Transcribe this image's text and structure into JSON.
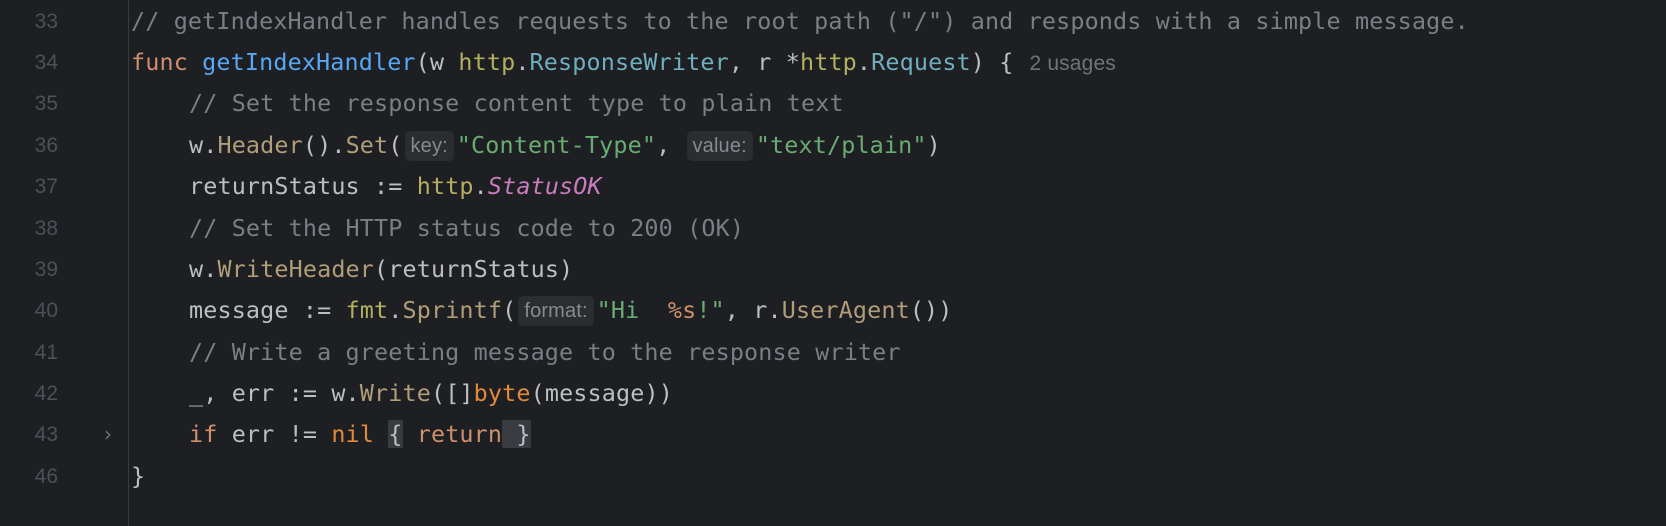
{
  "editor": {
    "language": "Go",
    "colors": {
      "background": "#1e1f22",
      "line_number": "#4b5059",
      "comment": "#7a7e85",
      "keyword": "#cf8e6d",
      "function_decl": "#56a8f5",
      "package": "#b3ae60",
      "type": "#6fafbd",
      "method_call": "#b09d79",
      "string": "#6aab73",
      "constant": "#c77dbb",
      "inlay_hint_bg": "#2b2d30"
    },
    "lines": [
      {
        "number": "33",
        "text": "// getIndexHandler handles requests to the root path (\"/\") and responds with a simple message."
      },
      {
        "number": "34",
        "kw": "func",
        "name": "getIndexHandler",
        "p1": "(w ",
        "pkg1": "http",
        "dot": ".",
        "type1": "ResponseWriter",
        "mid": ", r *",
        "pkg2": "http",
        "type2": "Request",
        "end": ") {",
        "usages": "2 usages"
      },
      {
        "number": "35",
        "text": "// Set the response content type to plain text"
      },
      {
        "number": "36",
        "recv": "w.",
        "m1": "Header",
        "p1": "().",
        "m2": "Set",
        "open": "(",
        "hint_key": "key:",
        "s1": "\"Content-Type\"",
        "comma": ",",
        "hint_value": "value:",
        "s2": "\"text/plain\"",
        "close": ")"
      },
      {
        "number": "37",
        "lhs": "returnStatus := ",
        "pkg": "http",
        "dot": ".",
        "const": "StatusOK"
      },
      {
        "number": "38",
        "text": "// Set the HTTP status code to 200 (OK)"
      },
      {
        "number": "39",
        "recv": "w.",
        "method": "WriteHeader",
        "args": "(returnStatus)"
      },
      {
        "number": "40",
        "lhs": "message := ",
        "pkg": "fmt",
        "dot": ".",
        "method": "Sprintf",
        "open": "(",
        "hint_format": "format:",
        "s_a": "\"Hi  ",
        "verb": "%s",
        "s_b": "!\"",
        "mid": ", r.",
        "method2": "UserAgent",
        "close": "())"
      },
      {
        "number": "41",
        "text": "// Write a greeting message to the response writer"
      },
      {
        "number": "42",
        "lhs": "_, err := w.",
        "method": "Write",
        "p1": "([]",
        "builtin": "byte",
        "args": "(message))"
      },
      {
        "number": "43",
        "kw_if": "if",
        "cond": " err != ",
        "nil": "nil",
        "sp": " ",
        "lbrace": "{",
        "ret": " return",
        "rbrace": " }",
        "folded": true
      },
      {
        "number": "46",
        "text": "}"
      }
    ]
  }
}
